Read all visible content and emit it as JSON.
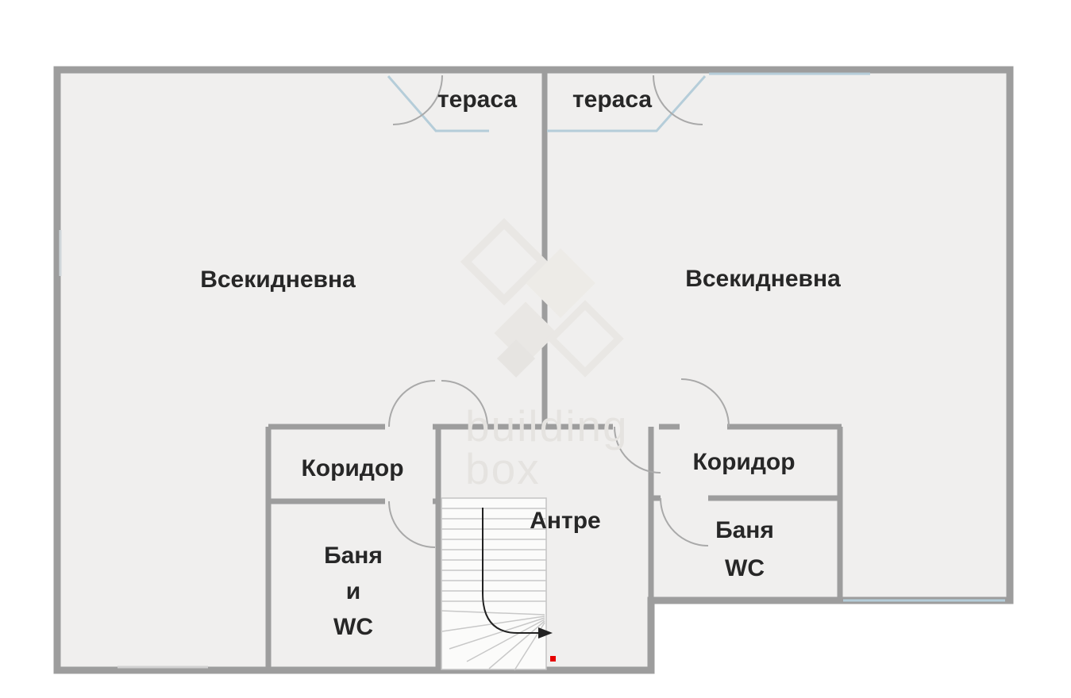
{
  "plan": {
    "title": "floor-plan",
    "labels": {
      "terrace_left": "тераса",
      "terrace_right": "тераса",
      "living_left": "Всекидневна",
      "living_right": "Всекидневна",
      "corridor_left": "Коридор",
      "corridor_right": "Коридор",
      "hall": "Антре",
      "bath_left_1": "Баня",
      "bath_left_2": "и",
      "bath_left_3": "WC",
      "bath_right_1": "Баня",
      "bath_right_2": "WC"
    },
    "watermark": {
      "line1": "building",
      "line2": "box"
    },
    "colors": {
      "wall": "#9d9d9d",
      "interior": "#f0efee",
      "window_glass": "#b5cdd9",
      "window_light": "#d2d2d2",
      "label_text": "#272727",
      "stairs_line": "#c8c8c8",
      "watermark": "#e8e6e3",
      "arrow": "#222222",
      "marker_red": "#e60000",
      "page_background": "#ffffff"
    }
  }
}
